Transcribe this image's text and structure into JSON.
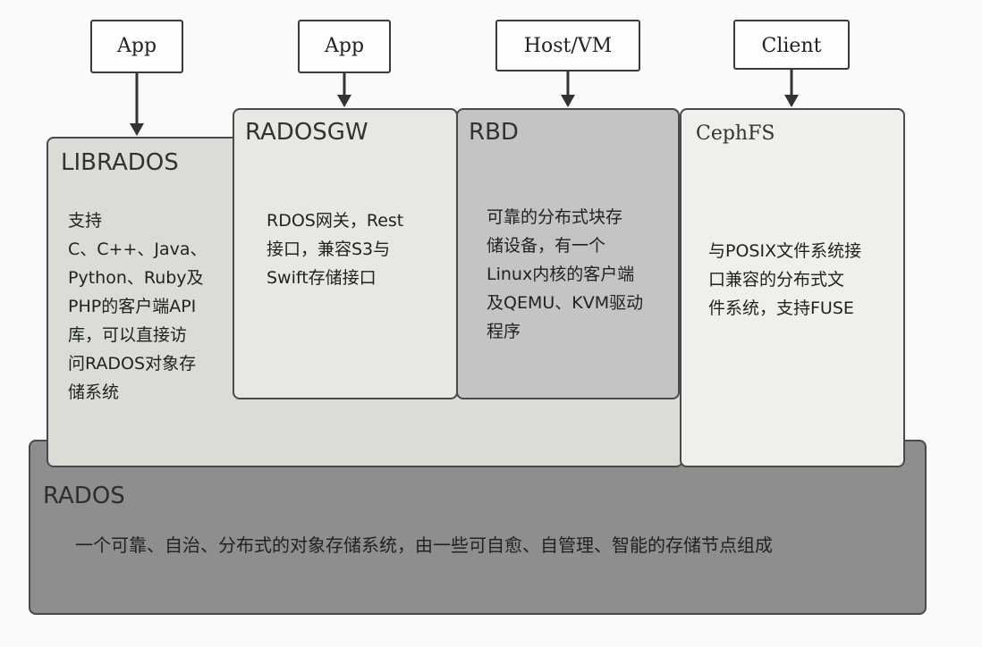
{
  "clients": {
    "app1": "App",
    "app2": "App",
    "hostvm": "Host/VM",
    "client": "Client"
  },
  "rados": {
    "title": "RADOS",
    "desc": "一个可靠、自治、分布式的对象存储系统，由一些可自愈、自管理、智能的存储节点组成"
  },
  "librados": {
    "title": "LIBRADOS",
    "desc": "支持\nC、C++、Java、\nPython、Ruby及\nPHP的客户端API\n库，可以直接访\n问RADOS对象存\n储系统"
  },
  "radosgw": {
    "title": "RADOSGW",
    "desc": "RDOS网关，Rest\n接口，兼容S3与\nSwift存储接口"
  },
  "rbd": {
    "title": "RBD",
    "desc": "可靠的分布式块存\n储设备，有一个\nLinux内核的客户端\n及QEMU、KVM驱动\n程序"
  },
  "cephfs": {
    "title": "CephFS",
    "desc": "与POSIX文件系统接\n口兼容的分布式文\n件系统，支持FUSE"
  }
}
